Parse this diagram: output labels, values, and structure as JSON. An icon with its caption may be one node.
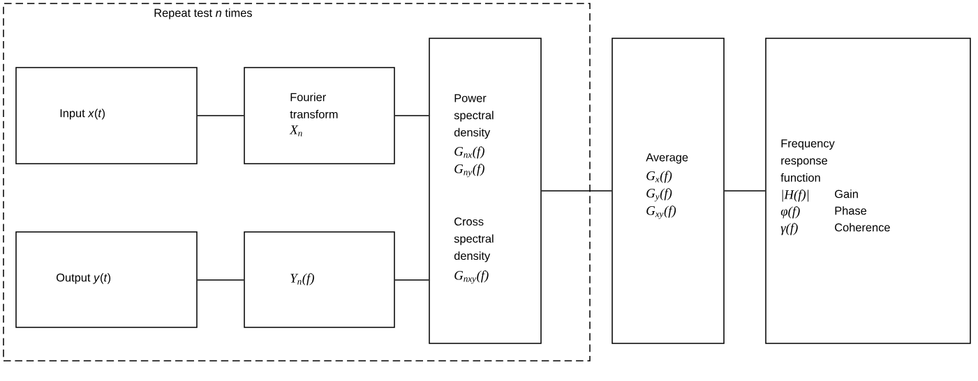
{
  "diagram": {
    "nodes": [
      {
        "text": [
          "Repeat test *n* times"
        ]
      },
      {
        "text": [
          "Input *x*(*t*)"
        ],
        "in": 0
      },
      {
        "text": [
          "Fourier transform",
          "X$_{n}$"
        ],
        "in": 0
      },
      {
        "text": [
          "Power spectral density",
          "G$_{nx}$(f)",
          "G$_{ny}$(f)",
          "Cross spectral density",
          "G$_{nxy}$(f)"
        ],
        "in": 0
      },
      {
        "text": [
          "Output *y*(*t*)"
        ],
        "in": 0
      },
      {
        "text": [
          "Y$_{n}$(f)"
        ],
        "in": 0
      },
      {
        "text": [
          "Average",
          "G$_{x}$(f)",
          "G$_{y}$(f)",
          "G$_{xy}$(f)"
        ]
      },
      {
        "text": [
          "Frequency response function",
          "|H(f)|",
          "Gain",
          "φ(f)",
          "Phase",
          "γ(f)",
          "Coherence"
        ]
      }
    ],
    "edges": [
      {
        "from": 1,
        "to": 2,
        "arrow": "none"
      },
      {
        "from": 2,
        "to": 3,
        "arrow": "none"
      },
      {
        "from": 4,
        "to": 5,
        "arrow": "none"
      },
      {
        "from": 5,
        "to": 3,
        "arrow": "none"
      },
      {
        "from": 3,
        "to": 6,
        "arrow": "none"
      },
      {
        "from": 6,
        "to": 7,
        "arrow": "none"
      }
    ]
  }
}
